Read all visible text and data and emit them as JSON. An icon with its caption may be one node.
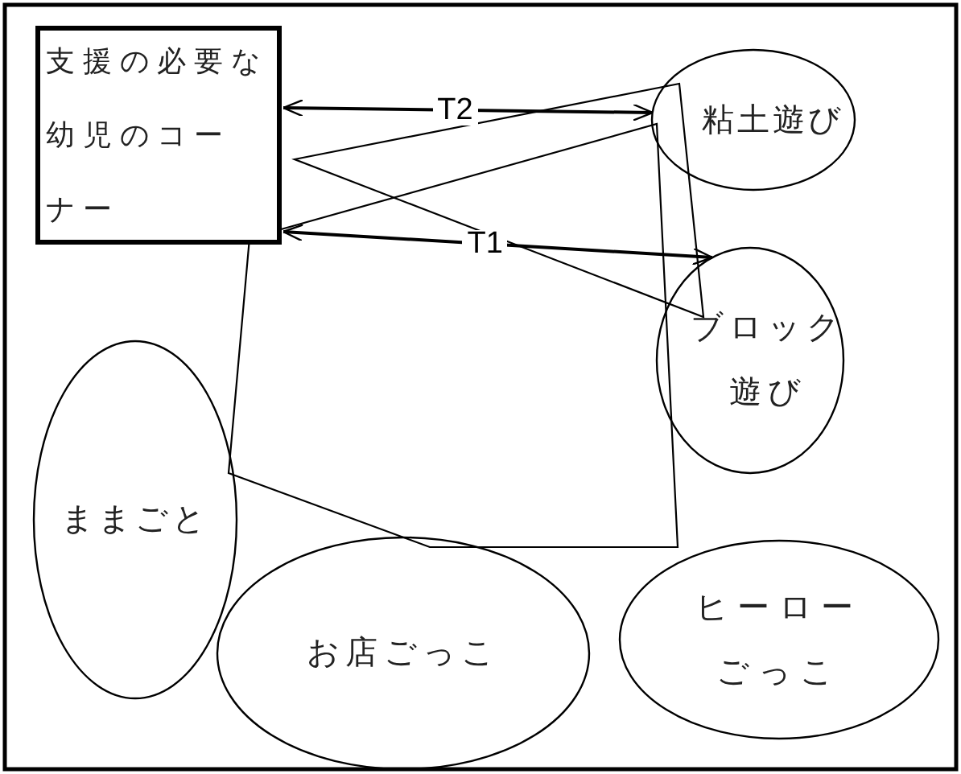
{
  "diagram": {
    "nodes": [
      {
        "text": [
          "支援の必要な幼児のコーナー"
        ]
      },
      {
        "text": [
          "粘土遊び"
        ]
      },
      {
        "text": [
          "ブロック遊び"
        ]
      },
      {
        "text": [
          "ままごと"
        ]
      },
      {
        "text": [
          "お店ごっこ"
        ]
      },
      {
        "text": [
          "ヒーローごっこ"
        ]
      }
    ],
    "edges": [
      {
        "from": 0,
        "to": 1,
        "arrow": "both",
        "label": "T2"
      },
      {
        "from": 0,
        "to": 2,
        "arrow": "both",
        "label": "T1"
      }
    ]
  }
}
